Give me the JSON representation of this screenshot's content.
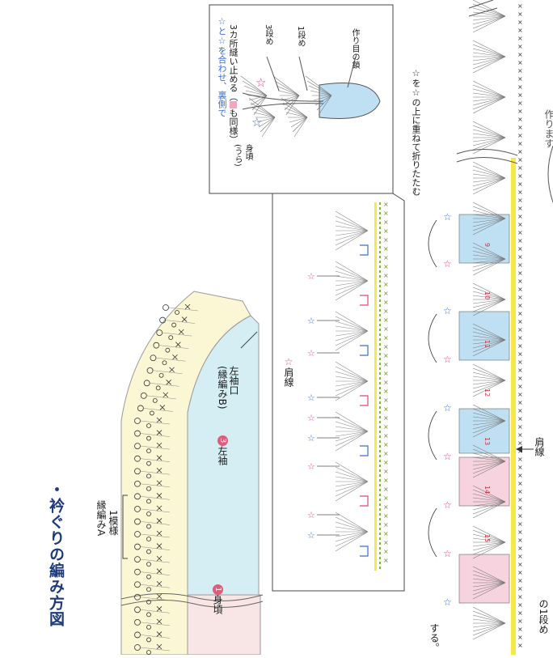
{
  "title": "・衿ぐりの編み方図",
  "labels": {
    "pattern_a": "縁編みA",
    "pattern_a_repeat": "1模様",
    "body_num": "1",
    "body": "身頃",
    "sleeve_num": "3",
    "sleeve": "左袖",
    "cuff": "左袖口",
    "cuff_pattern": "(縁編みB)",
    "shoulder_inset": "肩線",
    "shoulder_main": "肩線",
    "fold_note": "☆を☆の上に重ねて折りたたむ",
    "bottom_note_1": "する。",
    "bottom_note_2": "の1段め",
    "right_edge_note": "作ります"
  },
  "inset": {
    "note_line1": "☆と☆を合わせ、裏側で",
    "note_line2": "3カ所縫い止める（",
    "note_line2_tail": "も同様）",
    "row3": "3段め",
    "row1": "1段め",
    "chain": "作り目の鎖",
    "body_back_1": "身頃",
    "body_back_2": "(うら)"
  },
  "colors": {
    "accent_title": "#1e3a7a",
    "cream": "#fbf6d3",
    "lightblue": "#cfe8f2",
    "pink": "#f6d3df",
    "blue_band": "#bfe0f2",
    "yellow_line": "#f4e84a",
    "star_blue": "#3a6fd1",
    "star_pink": "#e0457a",
    "ink": "#333333"
  },
  "chart_numbers": [
    "9",
    "10",
    "11",
    "12",
    "13",
    "14",
    "15"
  ]
}
